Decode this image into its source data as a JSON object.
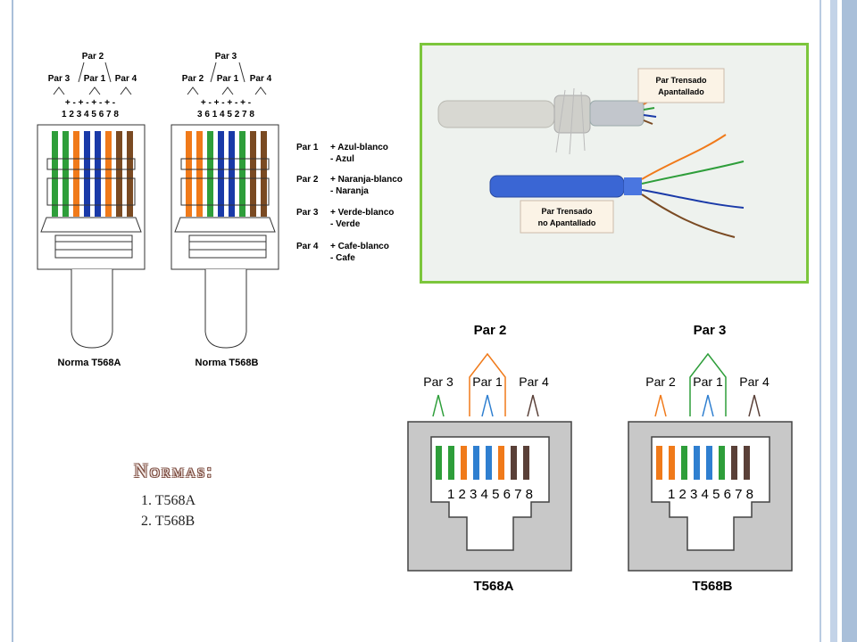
{
  "theme": {
    "frame_color": "#a9bfd9",
    "photo_border": "#7cc63c",
    "title_color": "#7a4a3e"
  },
  "wire_colors": {
    "green": "#2e9e3a",
    "orange": "#f07a1a",
    "blue": "#1a3aa8",
    "brown": "#7a4a22",
    "light_blue": "#2f7fd0",
    "dark_brown": "#5a4038"
  },
  "plugs": {
    "a": {
      "pair_top": "Par 2",
      "pair_labels": [
        "Par 3",
        "Par 1",
        "Par 4"
      ],
      "signs": "+ - + - + - + -",
      "pins": "1 2 3 4 5 6 7 8",
      "caption": "Norma T568A"
    },
    "b": {
      "pair_top": "Par 3",
      "pair_labels": [
        "Par 2",
        "Par 1",
        "Par 4"
      ],
      "signs": "+ - + - + - + -",
      "pins": "3 6 1 4 5 2 7 8",
      "caption": "Norma T568B"
    }
  },
  "legend": [
    {
      "pair": "Par 1",
      "plus": "+ Azul-blanco",
      "minus": "- Azul"
    },
    {
      "pair": "Par 2",
      "plus": "+ Naranja-blanco",
      "minus": "- Naranja"
    },
    {
      "pair": "Par 3",
      "plus": "+ Verde-blanco",
      "minus": "- Verde"
    },
    {
      "pair": "Par 4",
      "plus": "+ Cafe-blanco",
      "minus": "- Cafe"
    }
  ],
  "photo": {
    "label_shielded": [
      "Par Trensado",
      "Apantallado"
    ],
    "label_unshielded": [
      "Par Trensado",
      "no Apantallado"
    ]
  },
  "jacks": {
    "a": {
      "pair_top": "Par 2",
      "pair_labels": [
        "Par 3",
        "Par 1",
        "Par 4"
      ],
      "pins": "1 2 3 4 5 6 7 8",
      "caption": "T568A"
    },
    "b": {
      "pair_top": "Par 3",
      "pair_labels": [
        "Par 2",
        "Par 1",
        "Par 4"
      ],
      "pins": "1 2 3 4 5 6 7 8",
      "caption": "T568B"
    }
  },
  "normas": {
    "title": "Normas:",
    "items": [
      "1. T568A",
      "2. T568B"
    ]
  }
}
